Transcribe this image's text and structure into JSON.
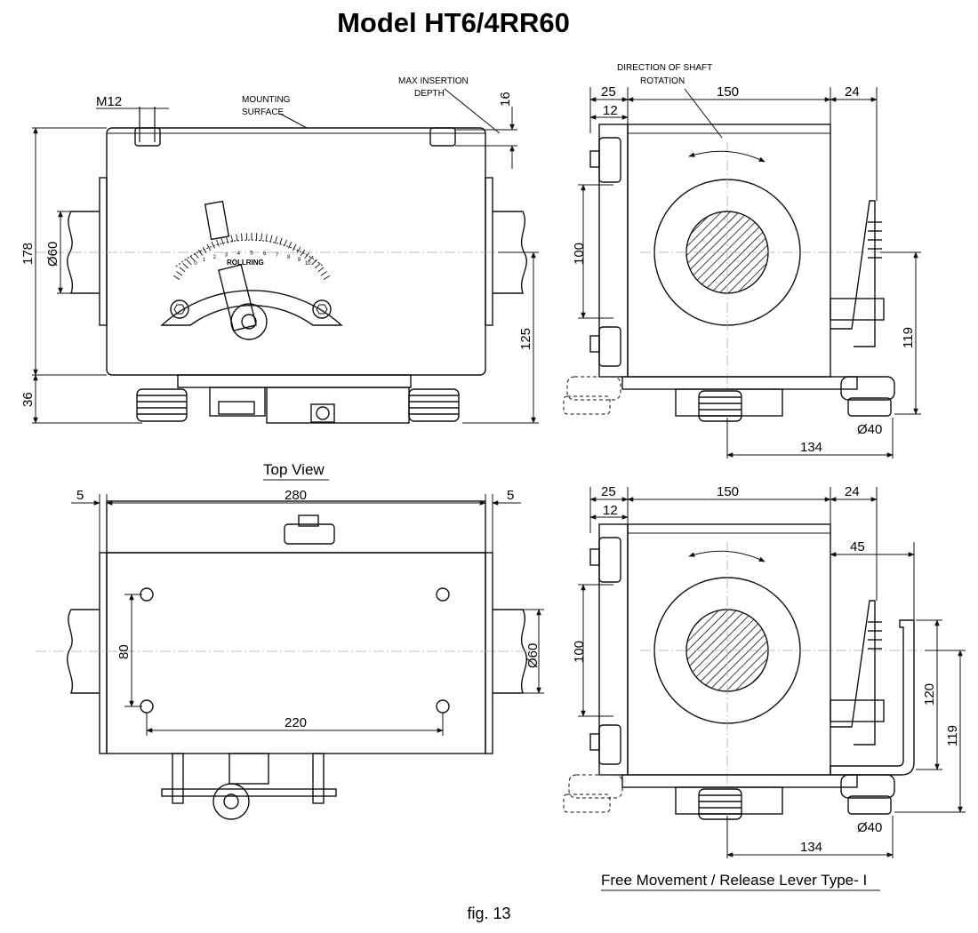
{
  "title": "Model HT6/4RR60",
  "figure_label": "fig. 13",
  "front_view": {
    "thread_label": "M12",
    "mounting_label_1": "MOUNTING",
    "mounting_label_2": "SURFACE",
    "insertion_label_1": "MAX INSERTION",
    "insertion_label_2": "DEPTH",
    "dim_insertion": "16",
    "dim_height": "178",
    "dim_shaft": "Ø60",
    "dim_base": "36",
    "dim_center": "125",
    "brand": "ROLLRING",
    "scale_ticks": [
      "0",
      "1",
      "2",
      "3",
      "4",
      "5",
      "6",
      "7",
      "8",
      "9",
      "10"
    ]
  },
  "side_view_top": {
    "rotation_label_1": "DIRECTION OF SHAFT",
    "rotation_label_2": "ROTATION",
    "dim_25": "25",
    "dim_150": "150",
    "dim_24": "24",
    "dim_12": "12",
    "dim_100": "100",
    "dim_119": "119",
    "dim_40": "Ø40",
    "dim_134": "134"
  },
  "top_view": {
    "caption": "Top View",
    "dim_5_left": "5",
    "dim_280": "280",
    "dim_5_right": "5",
    "dim_80": "80",
    "dim_shaft": "Ø60",
    "dim_220": "220"
  },
  "side_view_bottom": {
    "caption": "Free Movement / Release Lever Type- I",
    "dim_25": "25",
    "dim_150": "150",
    "dim_24": "24",
    "dim_12": "12",
    "dim_45": "45",
    "dim_100": "100",
    "dim_120": "120",
    "dim_119": "119",
    "dim_40": "Ø40",
    "dim_134": "134"
  }
}
